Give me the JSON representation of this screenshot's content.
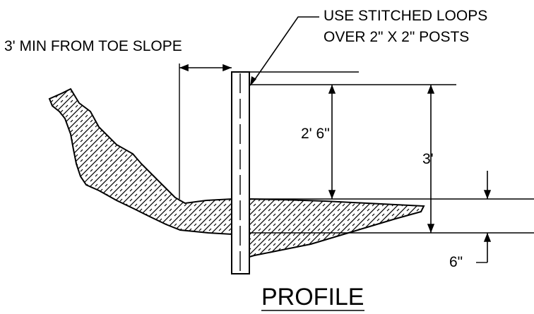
{
  "labels": {
    "callout_line1": "USE STITCHED LOOPS",
    "callout_line2": "OVER 2\" X 2\" POSTS",
    "toe_offset": "3' MIN FROM TOE SLOPE",
    "dim_2ft6": "2' 6\"",
    "dim_3ft": "3'",
    "dim_6in": "6\"",
    "title": "PROFILE"
  }
}
